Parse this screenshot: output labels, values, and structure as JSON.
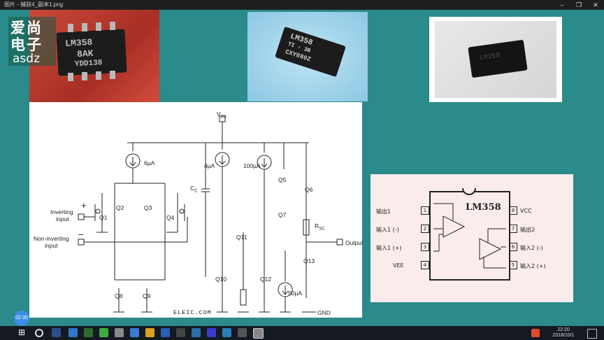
{
  "window": {
    "title": "图片 - 捕获4_副本1.png",
    "minimize_icon": "minimize-icon",
    "maximize_icon": "maximize-icon",
    "close_icon": "close-icon"
  },
  "watermark": {
    "line1": "爱尚",
    "line2": "电子",
    "line3": "asdz"
  },
  "photos": {
    "chip1": {
      "line1": "LM358",
      "line2": "8AK",
      "line3": "YDD138"
    },
    "chip2": {
      "line1": "LM358",
      "line2": "TI ✧ 3B",
      "line3": "CXY080Z"
    },
    "chip3": {
      "line1": "LM358",
      "line2": "",
      "line3": ""
    }
  },
  "schematic": {
    "vcc": "V",
    "vcc_sub": "CC",
    "i6": "6µA",
    "i4": "4µA",
    "i100": "100µA",
    "i50": "50µA",
    "cc": "C",
    "cc_sub": "C",
    "rsc": "R",
    "rsc_sub": "SC",
    "inv_plus": "+",
    "inv_label1": "Inverting",
    "inv_label2": "input",
    "noninv_minus": "−",
    "noninv_label1": "Non-inverting",
    "noninv_label2": "input",
    "output": "Output",
    "gnd": "GND",
    "brand": "ELEIC.COM",
    "transistors": [
      "Q1",
      "Q2",
      "Q3",
      "Q4",
      "Q5",
      "Q6",
      "Q7",
      "Q8",
      "Q9",
      "Q10",
      "Q11",
      "Q12",
      "Q13"
    ]
  },
  "pinout": {
    "chip_name": "LM358",
    "left_pins": [
      {
        "label": "输出1",
        "num": "1"
      },
      {
        "label": "输入1 (-)",
        "num": "2"
      },
      {
        "label": "输入1 (+)",
        "num": "3"
      },
      {
        "label": "VEE",
        "num": "4"
      }
    ],
    "right_pins": [
      {
        "label": "VCC",
        "num": "8"
      },
      {
        "label": "输出2",
        "num": "7"
      },
      {
        "label": "输入2 (-)",
        "num": "6"
      },
      {
        "label": "输入2 (+)",
        "num": "5"
      }
    ]
  },
  "overlay": {
    "badge": "02:30"
  },
  "taskbar": {
    "time": "22:20",
    "date": "2018/10/1",
    "apps": [
      "start-icon",
      "search-icon",
      "task-view-icon",
      "edge-icon",
      "explorer-icon",
      "altium-icon",
      "wechat-icon",
      "media-icon",
      "qq-icon",
      "word-icon",
      "app-icon",
      "network-icon",
      "baidu-icon",
      "tool-icon",
      "photos-icon"
    ]
  }
}
